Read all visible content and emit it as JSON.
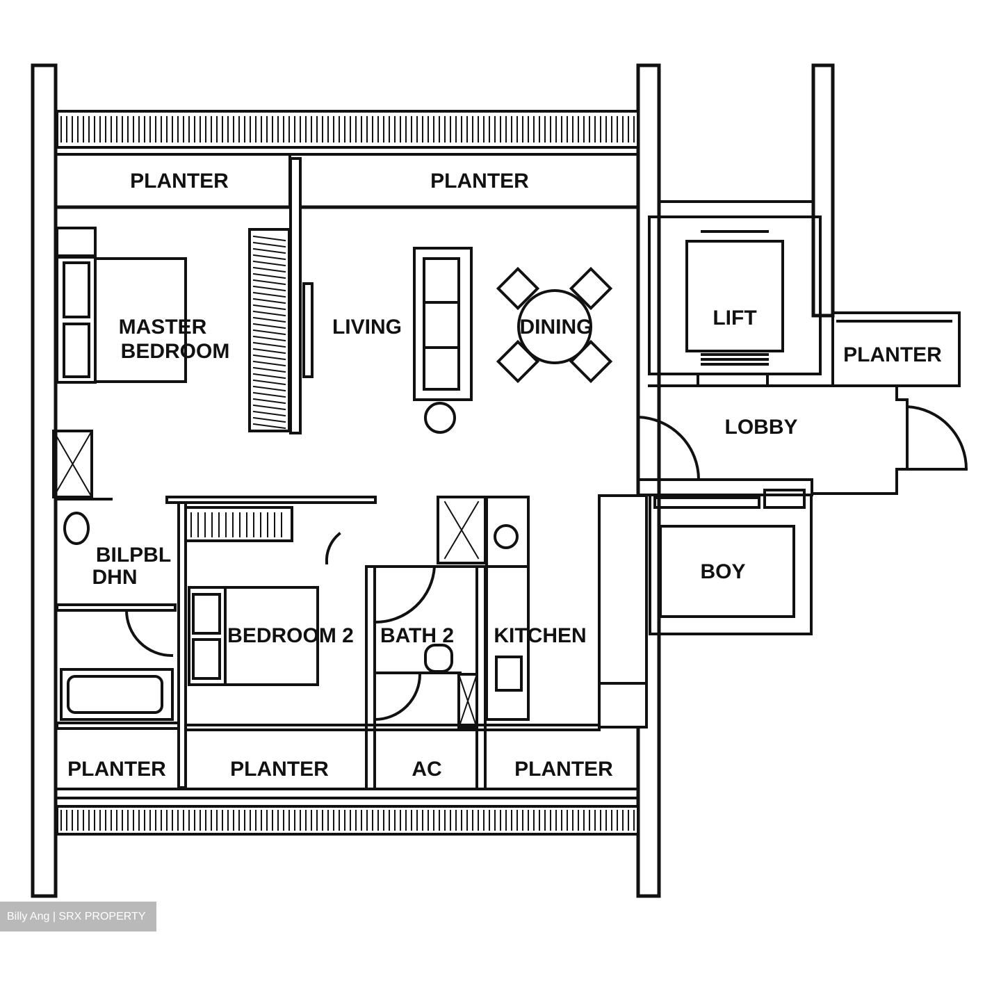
{
  "rooms": {
    "planter_top_left": "PLANTER",
    "planter_top_right": "PLANTER",
    "master_bedroom_line1": "MASTER",
    "master_bedroom_line2": "BEDROOM",
    "living": "LIVING",
    "dining": "DINING",
    "lift": "LIFT",
    "planter_lift": "PLANTER",
    "lobby": "LOBBY",
    "master_bath_line1": "BILPBL",
    "master_bath_line2": "DHN",
    "boy": "BOY",
    "bedroom_2": "BEDROOM 2",
    "bath_2": "BATH 2",
    "kitchen": "KITCHEN",
    "planter_bottom_1": "PLANTER",
    "planter_bottom_2": "PLANTER",
    "ac": "AC",
    "planter_bottom_3": "PLANTER"
  },
  "watermark": "Billy Ang | SRX PROPERTY",
  "colors": {
    "line": "#111111",
    "background": "#ffffff",
    "watermark_bg": "#b9b9b9"
  }
}
